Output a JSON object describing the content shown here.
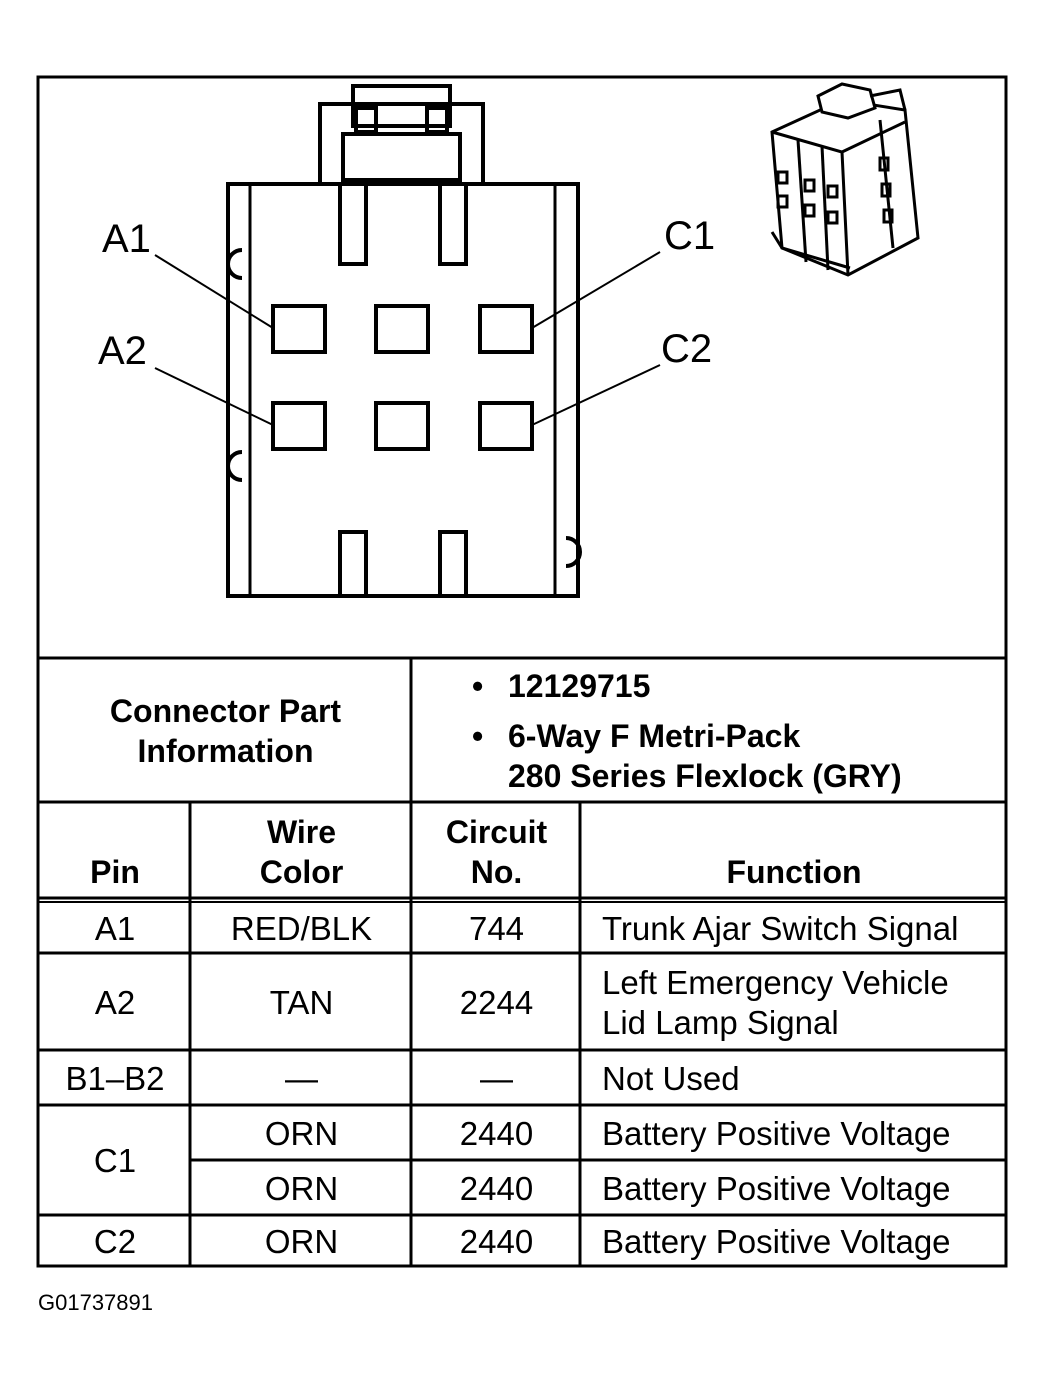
{
  "pin_labels": {
    "a1": "A1",
    "a2": "A2",
    "c1": "C1",
    "c2": "C2"
  },
  "info": {
    "label": "Connector Part\nInformation",
    "part_number": "12129715",
    "description_line1": "6-Way F Metri-Pack",
    "description_line2": "280 Series Flexlock (GRY)",
    "bullet": "•"
  },
  "table": {
    "headers": {
      "pin": "Pin",
      "wire_color": "Wire\nColor",
      "circuit": "Circuit\nNo.",
      "function": "Function"
    },
    "rows": [
      {
        "pin": "A1",
        "wire_color": "RED/BLK",
        "circuit": "744",
        "function": "Trunk Ajar Switch Signal"
      },
      {
        "pin": "A2",
        "wire_color": "TAN",
        "circuit": "2244",
        "function": "Left Emergency Vehicle\nLid Lamp Signal"
      },
      {
        "pin": "B1–B2",
        "wire_color": "—",
        "circuit": "—",
        "function": "Not Used"
      },
      {
        "pin": "C1",
        "wire_color": "ORN",
        "circuit": "2440",
        "function": "Battery Positive Voltage"
      },
      {
        "pin": "",
        "wire_color": "ORN",
        "circuit": "2440",
        "function": "Battery Positive Voltage"
      },
      {
        "pin": "C2",
        "wire_color": "ORN",
        "circuit": "2440",
        "function": "Battery Positive Voltage"
      }
    ]
  },
  "figure_id": "G01737891"
}
